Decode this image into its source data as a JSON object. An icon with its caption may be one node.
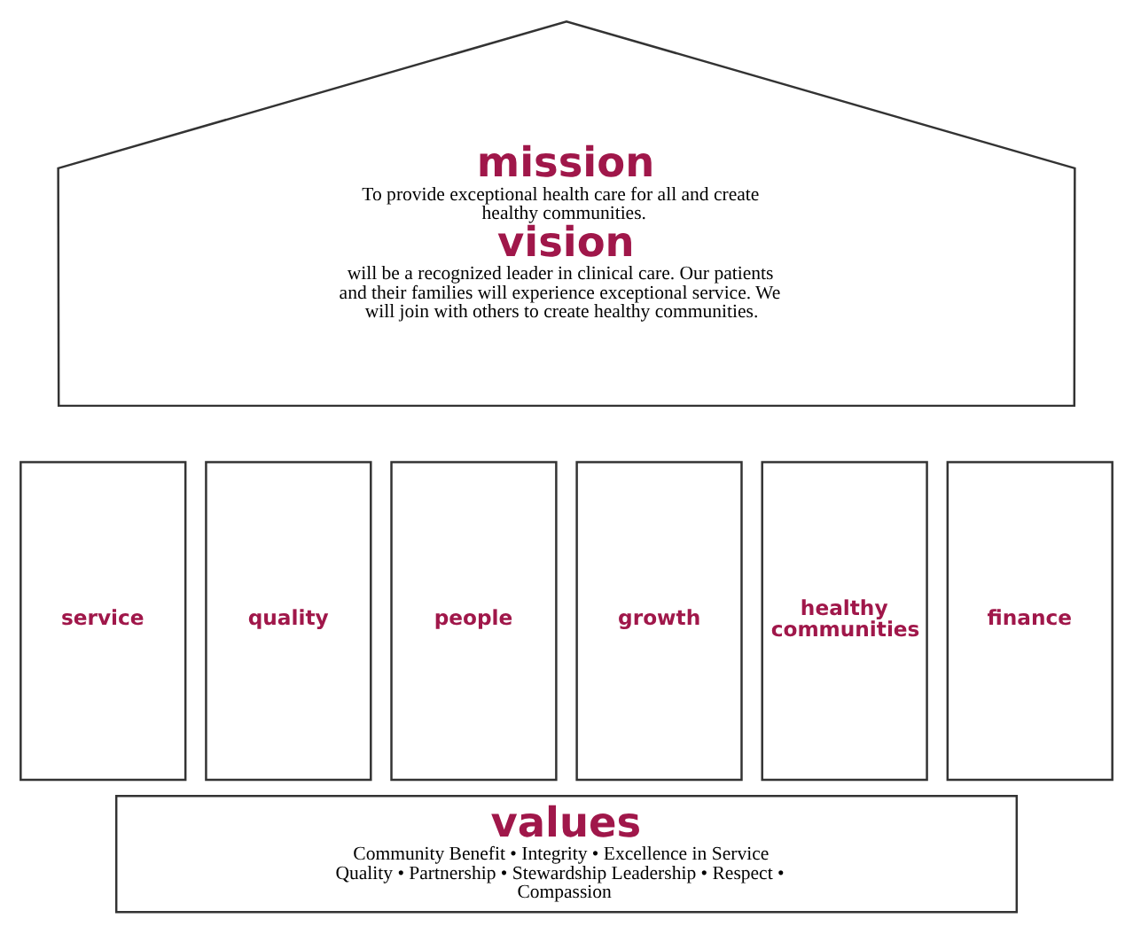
{
  "diagram": {
    "nodes": [
      {
        "text": [
          "mission",
          "To provide exceptional health care for all and create healthy communities.",
          "vision",
          "will be a recognized leader in clinical care. Our patients and their families will experience exceptional service. We will join with others to create healthy communities."
        ]
      },
      {
        "text": [
          "service"
        ]
      },
      {
        "text": [
          "quality"
        ]
      },
      {
        "text": [
          "people"
        ]
      },
      {
        "text": [
          "growth"
        ]
      },
      {
        "text": [
          "healthy communities"
        ]
      },
      {
        "text": [
          "finance"
        ]
      },
      {
        "text": [
          "values",
          "Community Benefit • Integrity • Excellence in Service Quality • Partnership • Stewardship Leadership • Respect • Compassion"
        ]
      }
    ]
  }
}
